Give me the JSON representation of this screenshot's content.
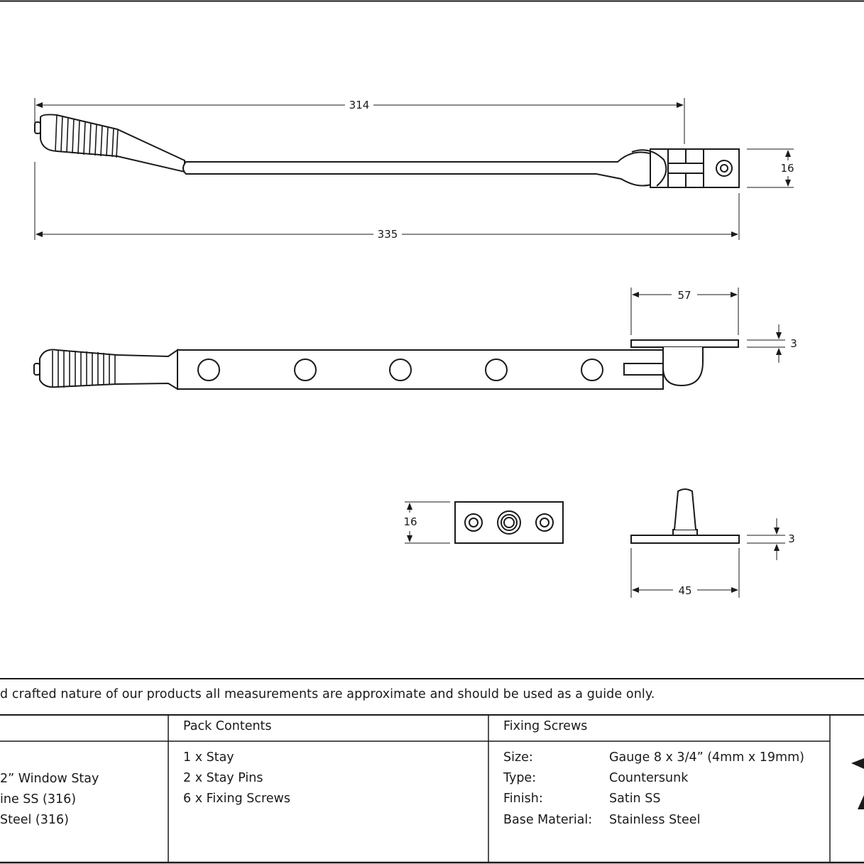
{
  "dimensions": {
    "top_view_length": "314",
    "top_view_overall": "335",
    "top_view_width": "16",
    "side_view_plate": "57",
    "side_view_thickness": "3",
    "pin_plate_width": "16",
    "pin_side_thickness": "3",
    "pin_side_length": "45"
  },
  "disclaimer": "d crafted nature of our products all measurements are approximate and should be used as a guide only.",
  "table": {
    "product_lines": [
      "2” Window Stay",
      "ine SS (316)",
      "Steel (316)"
    ],
    "pack_contents": {
      "header": "Pack Contents",
      "items": [
        "1 x Stay",
        "2 x Stay Pins",
        "6 x Fixing Screws"
      ]
    },
    "fixing_screws": {
      "header": "Fixing Screws",
      "rows": [
        {
          "label": "Size:",
          "value": "Gauge 8 x 3/4” (4mm x 19mm)"
        },
        {
          "label": "Type:",
          "value": "Countersunk"
        },
        {
          "label": "Finish:",
          "value": "Satin SS"
        },
        {
          "label": "Base Material:",
          "value": "Stainless Steel"
        }
      ]
    }
  }
}
